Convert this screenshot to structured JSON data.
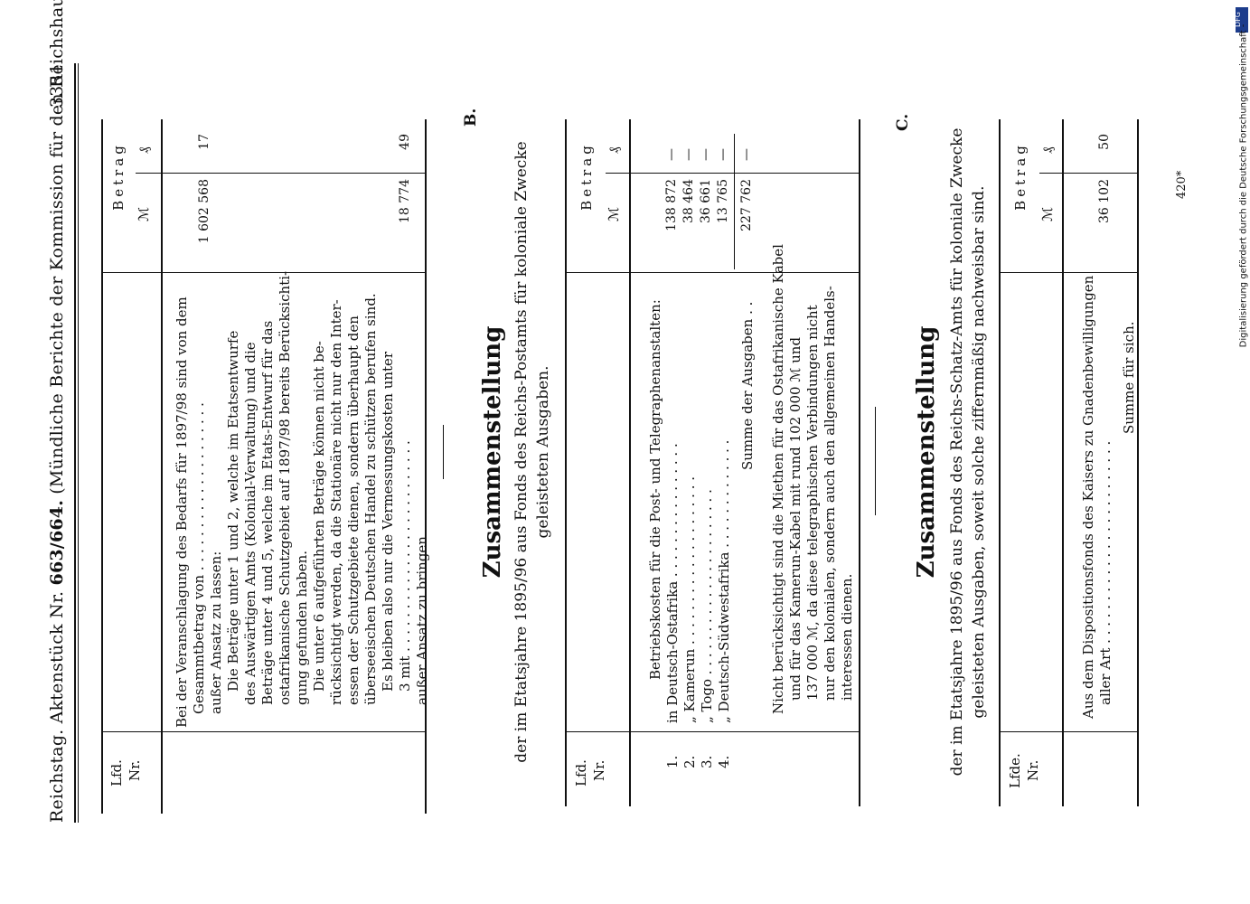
{
  "header": {
    "left": "Reichstag. Aktenstück Nr.",
    "nr": "663/664.",
    "right": "(Mündliche Berichte der Kommission für den Reichshaushalts-Etat.)",
    "page": "3351"
  },
  "section_a": {
    "col_lfd": "Lfd.",
    "col_nr": "Nr.",
    "col_betrag": "Betrag",
    "col_mark": "ℳ",
    "col_pf": "₰",
    "lines": [
      "Bei der Veranschlagung des Bedarfs für 1897/98 sind von dem",
      "Gesammtbetrag von . . . . . . . . . . . . . . . . . . . .",
      "außer Ansatz zu lassen:",
      "Die Beträge unter 1 und 2, welche im Etatsentwurfe",
      "des Auswärtigen Amts (Kolonial-Verwaltung) und die",
      "Beträge unter 4 und 5, welche im Etats-Entwurf für das",
      "ostafrikanische Schutzgebiet auf 1897/98 bereits Berücksichti-",
      "gung gefunden haben.",
      "Die unter 6 aufgeführten Beträge können nicht be-",
      "rücksichtigt werden, da die Stationäre nicht nur den Inter-",
      "essen der Schutzgebiete dienen, sondern überhaupt den",
      "überseeischen Deutschen Handel zu schützen berufen sind.",
      "Es bleiben also nur die Vermessungskosten unter",
      "3 mit . . . . . . . . . . . . . . . . . . . . . . . . .",
      "außer Ansatz zu bringen."
    ],
    "amount1_mark": "1 602 568",
    "amount1_pf": "17",
    "amount2_mark": "18 774",
    "amount2_pf": "49"
  },
  "section_b": {
    "letter": "B.",
    "title": "Zusammenstellung",
    "subtitle_1": "der im Etatsjahre 1895/96 aus Fonds des Reichs-Postamts für koloniale Zwecke",
    "subtitle_2": "geleisteten Ausgaben.",
    "col_lfd": "Lfd.",
    "col_nr": "Nr.",
    "col_betrag": "Betrag",
    "col_mark": "ℳ",
    "col_pf": "₰",
    "intro": "Betriebskosten für die Post- und Telegraphenanstalten:",
    "rows": [
      {
        "nr": "1.",
        "label": "in Deutsch-Ostafrika . . . . . . . . . . . . . . . .",
        "mark": "138 872",
        "pf": "—"
      },
      {
        "nr": "2.",
        "label": "„ Kamerun . . . . . . . . . . . . . . . . . . . .",
        "mark": "38 464",
        "pf": "—"
      },
      {
        "nr": "3.",
        "label": "„ Togo . . . . . . . . . . . . . . . . . . . . . .",
        "mark": "36 661",
        "pf": "—"
      },
      {
        "nr": "4.",
        "label": "„ Deutsch-Südwestafrika . . . . . . . . . . . . .",
        "mark": "13 765",
        "pf": "—"
      }
    ],
    "sum_label": "Summe der Ausgaben . .",
    "sum_mark": "227 762",
    "sum_pf": "—",
    "note": [
      "Nicht berücksichtigt sind die Miethen für das Ostafrikanische Kabel",
      "und für das Kamerun-Kabel mit rund 102 000 ℳ und",
      "137 000 ℳ, da diese telegraphischen Verbindungen nicht",
      "nur den kolonialen, sondern auch den allgemeinen Handels-",
      "interessen dienen."
    ]
  },
  "section_c": {
    "letter": "C.",
    "title": "Zusammenstellung",
    "subtitle_1": "der im Etatsjahre 1895/96 aus Fonds des Reichs-Schatz-Amts für koloniale Zwecke",
    "subtitle_2": "geleisteten Ausgaben, soweit solche ziffernmäßig nachweisbar sind.",
    "col_lfd": "Lfde.",
    "col_nr": "Nr.",
    "col_betrag": "Betrag",
    "col_mark": "ℳ",
    "col_pf": "₰",
    "line1": "Aus dem Dispositionsfonds des Kaisers zu Gnadenbewilligungen",
    "line2": "aller Art . . . . . . . . . . . . . . . . . . . . . . . .",
    "mark": "36 102",
    "pf": "50",
    "sum_label": "Summe für sich."
  },
  "footer": {
    "sheet_mark": "420*",
    "sidebar": "Digitalisierung gefördert durch die Deutsche Forschungsgemeinschaft -",
    "dfg": "DFG"
  }
}
